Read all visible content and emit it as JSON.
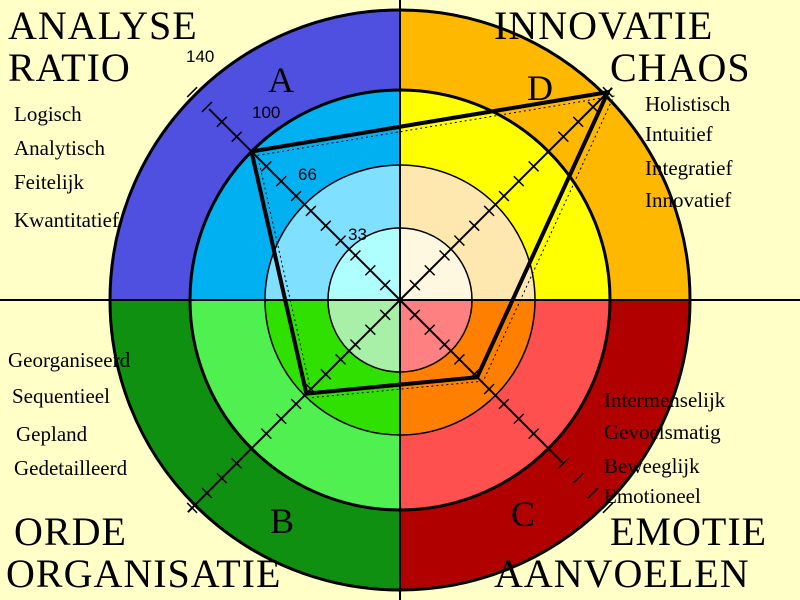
{
  "quadrants": {
    "a": {
      "letter": "A",
      "title_line1": "ANALYSE",
      "title_line2": "RATIO",
      "traits": [
        "Logisch",
        "Analytisch",
        "Feitelijk",
        "Kwantitatief"
      ],
      "colors": {
        "outer": "#5050E0",
        "middle": "#00B0F0",
        "inner": "#80E0FF",
        "center": "#B0FFFF"
      }
    },
    "b": {
      "letter": "B",
      "title_line1": "ORDE",
      "title_line2": "ORGANISATIE",
      "traits": [
        "Georganiseerd",
        "Sequentieel",
        "Gepland",
        "Gedetailleerd"
      ],
      "colors": {
        "outer": "#109010",
        "middle": "#50F050",
        "inner": "#30E000",
        "center": "#A8F0A8"
      }
    },
    "c": {
      "letter": "C",
      "title_line1": "EMOTIE",
      "title_line2": "AANVOELEN",
      "traits": [
        "Intermenselijk",
        "Gevoelsmatig",
        "Beweeglijk",
        "Emotioneel"
      ],
      "colors": {
        "outer": "#B00000",
        "middle": "#FF5050",
        "inner": "#FF8000",
        "center": "#FF8080"
      }
    },
    "d": {
      "letter": "D",
      "title_line1": "INNOVATIE",
      "title_line2": "CHAOS",
      "traits": [
        "Holistisch",
        "Intuitief",
        "Integratief",
        "Innovatief"
      ],
      "colors": {
        "outer": "#FFB800",
        "middle": "#FFFF00",
        "inner": "#FFE8B0",
        "center": "#FFF8E0"
      }
    }
  },
  "scale_labels": [
    "140",
    "100",
    "66",
    "33"
  ],
  "profile_scores": {
    "a": 100,
    "b": 63,
    "c": 52,
    "d": 140
  },
  "background_color": "#FFFFC8"
}
